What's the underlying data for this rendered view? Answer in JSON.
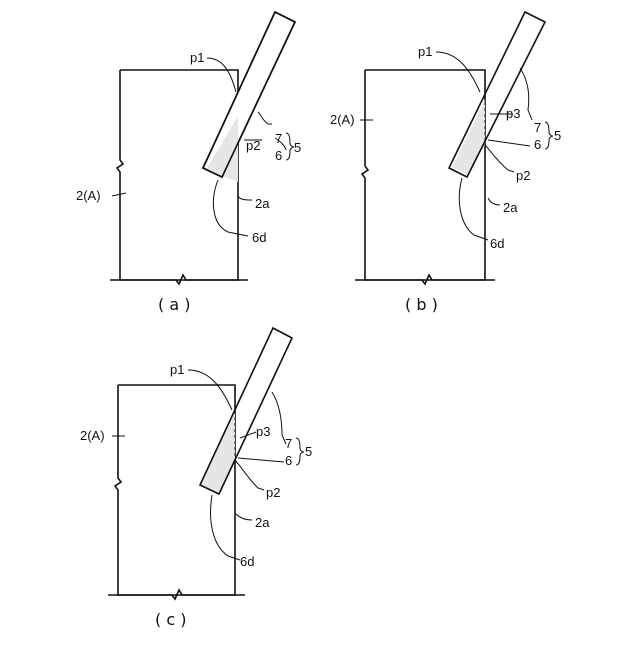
{
  "figures": [
    {
      "id": "a",
      "caption": "( a )",
      "labels": {
        "p1": "p1",
        "p2": "p2",
        "n7": "7",
        "n6": "6",
        "n5": "5",
        "block": "2(A)",
        "face": "2a",
        "edge": "6d"
      }
    },
    {
      "id": "b",
      "caption": "( b )",
      "labels": {
        "p1": "p1",
        "p3": "p3",
        "p2": "p2",
        "n7": "7",
        "n6": "6",
        "n5": "5",
        "block": "2(A)",
        "face": "2a",
        "edge": "6d"
      }
    },
    {
      "id": "c",
      "caption": "( c )",
      "labels": {
        "p1": "p1",
        "p3": "p3",
        "p2": "p2",
        "n7": "7",
        "n6": "6",
        "n5": "5",
        "block": "2(A)",
        "face": "2a",
        "edge": "6d"
      }
    }
  ]
}
